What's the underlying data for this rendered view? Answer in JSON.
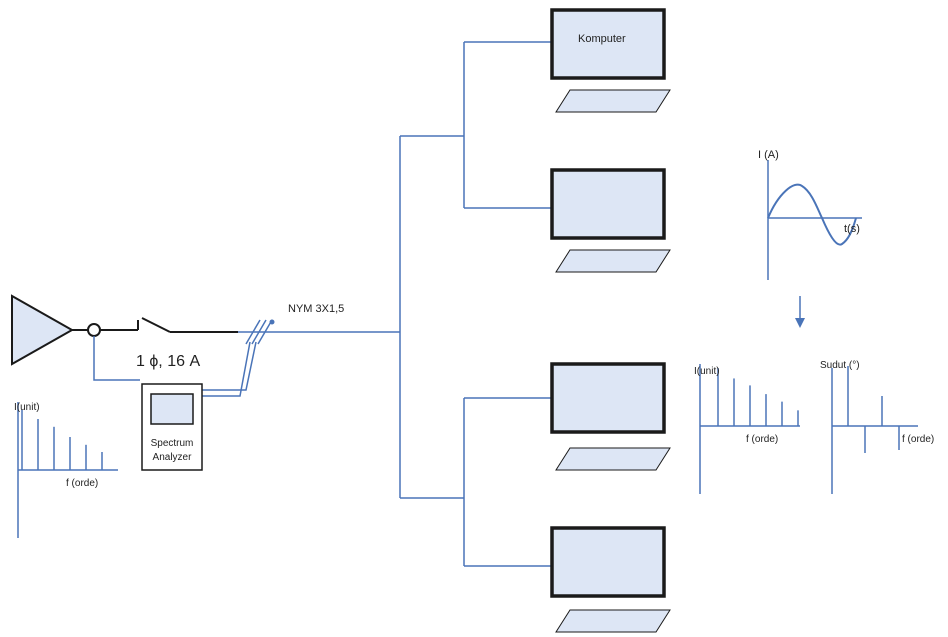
{
  "colors": {
    "wire": "#4a74b8",
    "screen": "#dde6f5",
    "frame": "#1a1a1a",
    "spectrum_line": "#4a74b8",
    "arrow": "#4a74b8"
  },
  "labels": {
    "computer": "Komputer",
    "cable": "NYM 3X1,5",
    "breaker": "1 ϕ, 16 A",
    "analyzer_line1": "Spectrum",
    "analyzer_line2": "Analyzer",
    "wave_y": "I (A)",
    "wave_x": "t(s)",
    "left_spec_y": "I(unit)",
    "left_spec_x": "f (orde)",
    "mag_spec_y": "I(unit)",
    "mag_spec_x": "f (orde)",
    "phase_spec_y": "Sudut (°)",
    "phase_spec_x": "f (orde)"
  },
  "icons": [
    "source-triangle-icon",
    "breaker-switch-icon",
    "computer-monitor-icon",
    "keyboard-icon",
    "down-arrow-icon"
  ],
  "spectra": {
    "left_magnitudes": [
      1.0,
      0.85,
      0.72,
      0.55,
      0.42,
      0.3
    ],
    "right_magnitudes": [
      1.0,
      0.82,
      0.7,
      0.55,
      0.42,
      0.27
    ],
    "phase_angles": [
      1.0,
      -0.45,
      0.5,
      -0.4
    ]
  }
}
